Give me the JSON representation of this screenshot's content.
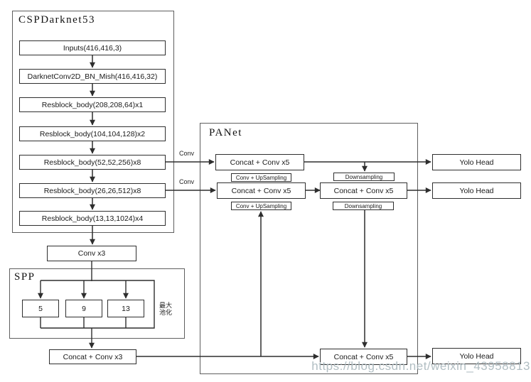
{
  "backbone": {
    "title": "CSPDarknet53",
    "nodes": [
      "Inputs(416,416,3)",
      "DarknetConv2D_BN_Mish(416,416,32)",
      "Resblock_body(208,208,64)x1",
      "Resblock_body(104,104,128)x2",
      "Resblock_body(52,52,256)x8",
      "Resblock_body(26,26,512)x8",
      "Resblock_body(13,13,1024)x4"
    ]
  },
  "conv_x3_label": "Conv x3",
  "spp": {
    "title": "SPP",
    "pool_sizes": [
      "5",
      "9",
      "13"
    ],
    "note_line1": "最大",
    "note_line2": "池化"
  },
  "concat_conv_x3_label": "Concat + Conv x3",
  "panet": {
    "title": "PANet",
    "concat_conv_x5_label": "Concat + Conv x5",
    "conv_upsampling_label": "Conv + UpSampling",
    "downsampling_label": "Downsampling"
  },
  "yolo_head_label": "Yolo Head",
  "conv_edge_label": "Conv",
  "watermark": "https://blog.csdn.net/weixin_43958813",
  "colors": {
    "line": "#2e2e2e",
    "box_border": "#2f2f2f",
    "container_border": "#5f5f5f",
    "text": "#1e1e1e",
    "watermark": "#adbac0",
    "background": "#ffffff"
  }
}
